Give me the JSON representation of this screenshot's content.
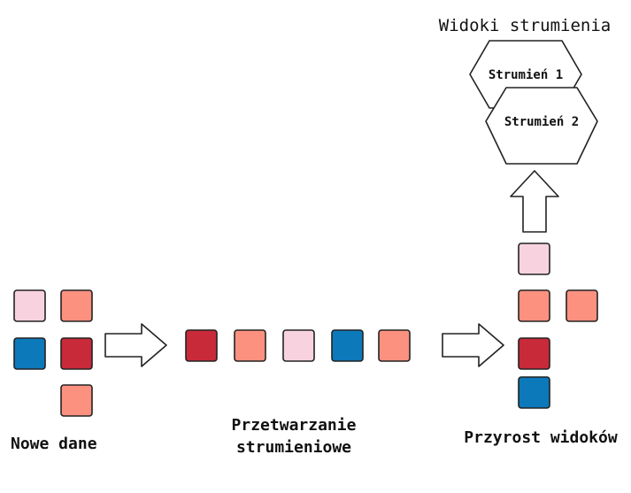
{
  "colors": {
    "pale_pink": "#f8d3df",
    "salmon": "#fc9180",
    "crimson": "#c92a3a",
    "blue": "#0c79bb",
    "stroke": "#222222"
  },
  "labels": {
    "new_data": "Nowe dane",
    "stream_processing_line1": "Przetwarzanie",
    "stream_processing_line2": "strumieniowe",
    "view_increment": "Przyrost widoków",
    "stream_views": "Widoki strumienia"
  },
  "streams": [
    {
      "label": "Strumień 1"
    },
    {
      "label": "Strumień 2"
    }
  ],
  "new_data_blocks": [
    "pale_pink",
    "salmon",
    "blue",
    "crimson",
    "salmon"
  ],
  "stream_blocks": [
    "crimson",
    "salmon",
    "pale_pink",
    "blue",
    "salmon"
  ],
  "increment_blocks": [
    "pale_pink",
    "salmon",
    "salmon",
    "crimson",
    "blue"
  ],
  "icons": [
    "right-arrow-icon",
    "right-arrow-icon",
    "up-arrow-icon"
  ]
}
